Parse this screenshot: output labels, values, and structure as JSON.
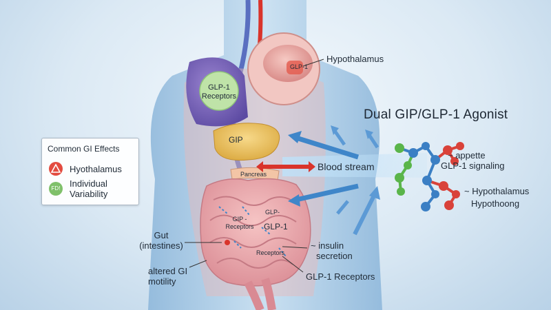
{
  "title": "Dual GIP/GLP-1 Agonist",
  "labels": {
    "hypothalamus": "Hypothalamus",
    "brain_glp1": "GLP-1",
    "glp1_receptors_l1": "GLP-1",
    "glp1_receptors_l2": "Receptors",
    "gip": "GIP",
    "pancreas": "Pancreas",
    "blood_stream": "Blood stream",
    "appetite_l1": "~ appette",
    "appetite_l2": "GLP-1 signaling",
    "hypoth_right_l1": "~ Hypothalamus",
    "hypoth_right_l2": "Hypothoong",
    "gut_l1": "Gut",
    "gut_l2": "(intestines)",
    "motility_l1": "altered GI",
    "motility_l2": "motility",
    "gip_small": "GLP-",
    "gip_receptors_l1": "GIP -",
    "gip_receptors_l2": "Receptors",
    "glp1_gut": "GLP-1",
    "receptors_gut": "Receptors",
    "insulin_l1": "~ insulin",
    "insulin_l2": "secretion",
    "glp1_receptors_bottom": "GLP-1 Receptors"
  },
  "gi_box": {
    "title": "Common GI Effects",
    "item1": "Hyothalamus",
    "item2_l1": "Individual",
    "item2_l2": "Variability",
    "fd_icon_text": "FD!"
  },
  "icons": {
    "warning": "warning-icon",
    "fd": "fd-badge-icon"
  },
  "colors": {
    "skin": "#a9cbe6",
    "arrow_blue": "#3f86c9",
    "arrow_red": "#d9342b",
    "molecule_blue": "#3b7fc4",
    "molecule_green": "#5ab54a",
    "molecule_red": "#d9423a"
  }
}
